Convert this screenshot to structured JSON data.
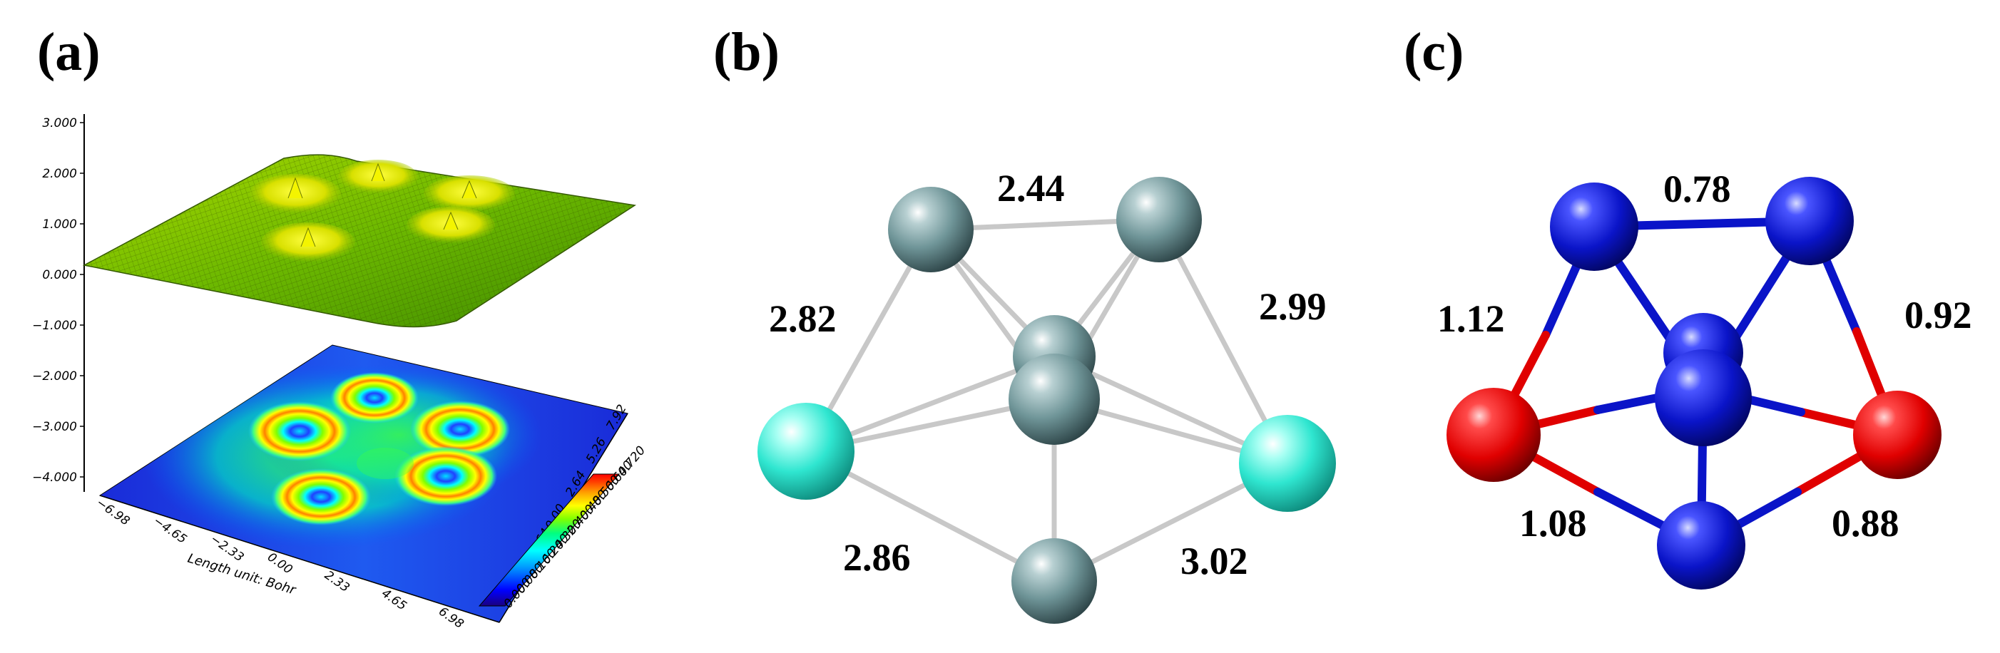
{
  "panels": {
    "a": {
      "label": "(a)",
      "z_axis_ticks": [
        "3.000",
        "2.000",
        "1.000",
        "0.000",
        "−1.000",
        "−2.000",
        "−3.000",
        "−4.000"
      ],
      "x_axis_ticks": [
        "−6.98",
        "−4.65",
        "−2.33",
        "0.00",
        "2.33",
        "4.65",
        "6.98"
      ],
      "y_axis_ticks": [
        "−5.26",
        "−2.64",
        "0.00",
        "2.64",
        "5.26",
        "7.92"
      ],
      "x_axis_title": "Length unit: Bohr",
      "colorbar_ticks": [
        "0.000",
        "0.080",
        "0.160",
        "0.240",
        "0.320",
        "0.400",
        "0.480",
        "0.560",
        "0.640",
        "0.720"
      ],
      "colorbar_colors": [
        "#1a0080",
        "#0000ff",
        "#00a0ff",
        "#00ffff",
        "#00ff80",
        "#80ff00",
        "#ffff00",
        "#ffa000",
        "#ff4000",
        "#ff0000"
      ]
    },
    "b": {
      "label": "(b)",
      "bond_lengths": {
        "top": "2.44",
        "left_upper": "2.82",
        "right_upper": "2.99",
        "left_lower": "2.86",
        "right_lower": "3.02"
      },
      "colors": {
        "metal_atom": "#6f9598",
        "dopant_atom": "#2fe6d0",
        "bond": "#c8c8c8"
      }
    },
    "c": {
      "label": "(c)",
      "bond_orders": {
        "top": "0.78",
        "left_upper": "1.12",
        "right_upper": "0.92",
        "left_lower": "1.08",
        "right_lower": "0.88"
      },
      "colors": {
        "blue_atom": "#0a14c8",
        "red_atom": "#e00000"
      }
    }
  }
}
